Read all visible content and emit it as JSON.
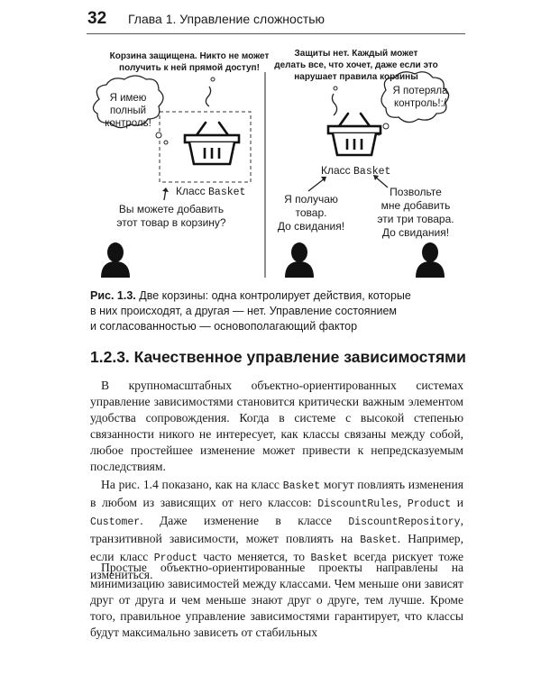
{
  "header": {
    "page_number": "32",
    "chapter_title": "Глава 1. Управление сложностью"
  },
  "figure": {
    "left": {
      "top_bubble": [
        "Корзина защищена. Никто не может",
        "получить к ней прямой доступ!"
      ],
      "cloud": [
        "Я имею",
        "полный",
        "контроль!"
      ],
      "basket_label_prefix": "Класс",
      "basket_label_class": "Basket",
      "speech": [
        "Вы можете добавить",
        "этот товар в корзину?"
      ]
    },
    "right": {
      "top_bubble": [
        "Защиты нет. Каждый может",
        "делать все, что хочет, даже если это",
        "нарушает правила корзины"
      ],
      "cloud": [
        "Я потеряла",
        "контроль!:/"
      ],
      "basket_label_prefix": "Класс",
      "basket_label_class": "Basket",
      "speech_1": [
        "Я получаю",
        "товар.",
        "До свидания!"
      ],
      "speech_2": [
        "Позвольте",
        "мне добавить",
        "эти три товара.",
        "До свидания!"
      ]
    }
  },
  "caption": {
    "label": "Рис. 1.3.",
    "lines": [
      " Две корзины: одна контролирует действия, которые",
      "в них происходят, а другая — нет. Управление состоянием",
      "и согласованностью — основополагающий фактор"
    ]
  },
  "section": {
    "heading": "1.2.3. Качественное управление зависимостями"
  },
  "paragraphs": {
    "p1": "В крупномасштабных объектно-ориентированных системах управление зависимостями становится критически важным элементом удобства сопровождения. Когда в системе с высокой степенью связанности никого не интересует, как классы связаны между собой, любое простейшее изменение может привести к непредсказуемым последствиям.",
    "p2": {
      "t1": "На рис. 1.4 показано, как на класс ",
      "c1": "Basket",
      "t2": " могут повлиять изменения в любом из зависящих от него классов: ",
      "c2": "DiscountRules",
      "t3": ", ",
      "c3": "Product",
      "t4": " и ",
      "c4": "Customer",
      "t5": ". Даже изменение в классе ",
      "c5": "DiscountRepository",
      "t6": ", транзитивной зависимости, может повлиять на ",
      "c6": "Basket",
      "t7": ". Например, если класс ",
      "c7": "Product",
      "t8": " часто меняется, то ",
      "c8": "Basket",
      "t9": " всегда рискует тоже измениться."
    },
    "p3": "Простые объектно-ориентированные проекты направлены на минимизацию зависимостей между классами. Чем меньше они зависят друг от друга и чем меньше знают друг о друге, тем лучше. Кроме того, правильное управление зависимостями гарантирует, что классы будут максимально зависеть от стабильных"
  }
}
